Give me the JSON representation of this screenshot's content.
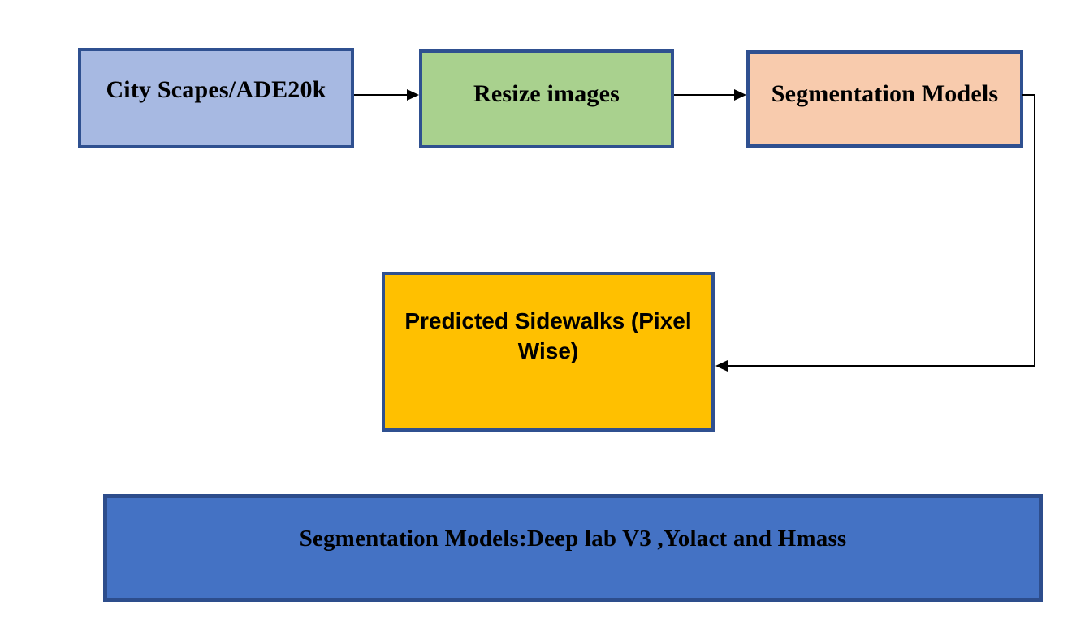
{
  "flowchart": {
    "nodes": {
      "dataset": {
        "label": "City Scapes/ADE20k",
        "fill": "#a7b9e2",
        "border": "#2f5090"
      },
      "resize": {
        "label": "Resize images",
        "fill": "#a9d18e",
        "border": "#2f5090"
      },
      "models": {
        "label": "Segmentation Models",
        "fill": "#f8cbad",
        "border": "#2f5090"
      },
      "predicted": {
        "label": "Predicted Sidewalks (Pixel Wise)",
        "fill": "#ffc000",
        "border": "#2f5090"
      },
      "legend": {
        "label": "Segmentation Models:Deep lab V3 ,Yolact and Hmass",
        "fill": "#4472c4",
        "border": "#2d4d8c"
      }
    },
    "connector_color": "#000000"
  }
}
